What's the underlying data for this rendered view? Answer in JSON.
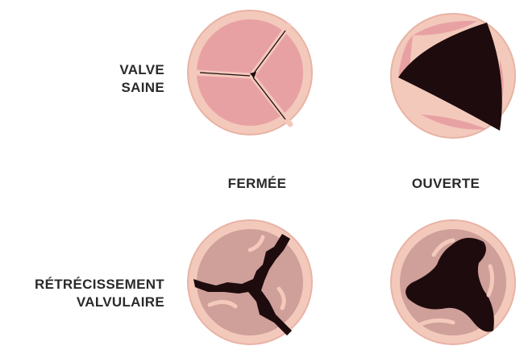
{
  "rows": {
    "healthy": {
      "line1": "VALVE",
      "line2": "SAINE"
    },
    "stenosis": {
      "line1": "RÉTRÉCISSEMENT",
      "line2": "VALVULAIRE"
    }
  },
  "columns": {
    "closed": "FERMÉE",
    "open": "OUVERTE"
  },
  "colors": {
    "rim": "#f3c9bc",
    "rim_stroke": "#e8b3a4",
    "healthy_leaflet": "#e8a1a3",
    "stenotic_leaflet": "#cf9f99",
    "opening": "#1e0b0d",
    "label": "#2a2a2a"
  }
}
